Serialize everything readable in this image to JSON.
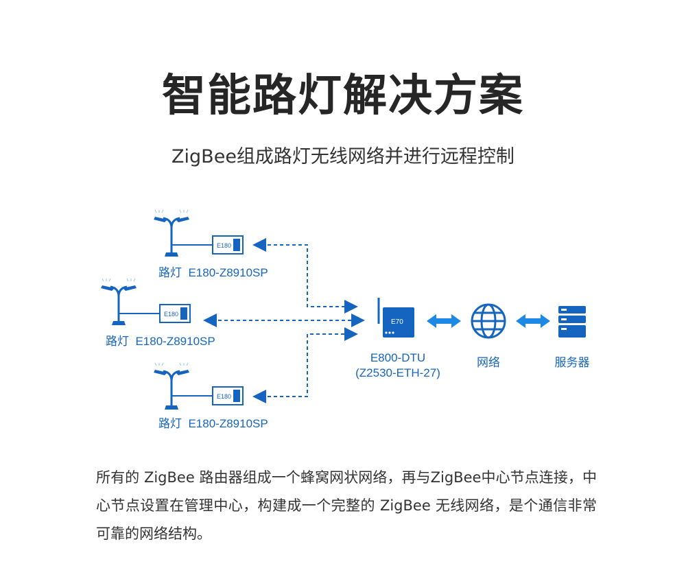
{
  "header": {
    "title": "智能路灯解决方案",
    "subtitle": "ZigBee组成路灯无线网络并进行远程控制"
  },
  "diagram": {
    "street_lights": [
      {
        "label": "路灯",
        "module": "E180-Z8910SP",
        "module_text": "E180"
      },
      {
        "label": "路灯",
        "module": "E180-Z8910SP",
        "module_text": "E180"
      },
      {
        "label": "路灯",
        "module": "E180-Z8910SP",
        "module_text": "E180"
      }
    ],
    "gateway": {
      "device_text": "E70",
      "name": "E800-DTU",
      "model": "(Z2530-ETH-27)"
    },
    "network": {
      "label": "网络"
    },
    "server": {
      "label": "服务器"
    },
    "colors": {
      "primary": "#1565c0",
      "accent": "#1e88e5"
    }
  },
  "description": "所有的 ZigBee 路由器组成一个蜂窝网状网络，再与ZigBee中心节点连接，中心节点设置在管理中心，构建成一个完整的 ZigBee 无线网络，是个通信非常可靠的网络结构。"
}
